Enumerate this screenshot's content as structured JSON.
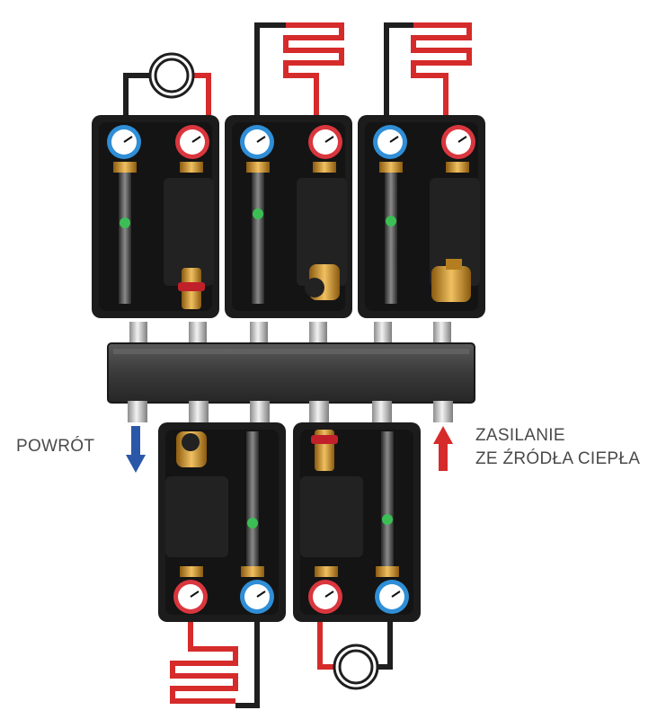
{
  "labels": {
    "return": "POWRÓT",
    "supply_line1": "ZASILANIE",
    "supply_line2": "ZE ŹRÓDŁA CIEPŁA"
  },
  "colors": {
    "supply_pipe": "#d62b2b",
    "return_pipe": "#1f1f1f",
    "return_arrow": "#2b57a8",
    "supply_arrow": "#d62b2b",
    "insulation": "#1c1c1c",
    "manifold": "#3a3a3a",
    "brass": "#c8922a",
    "hot_gauge": "#d9363e",
    "cold_gauge": "#2f8ed6"
  },
  "modules": {
    "top": [
      {
        "load": "heating-circuit-pump-icon",
        "valve": "ball-valve"
      },
      {
        "load": "underfloor-loop-icon",
        "valve": "mixing-valve"
      },
      {
        "load": "underfloor-loop-icon",
        "valve": "mixing-valve"
      }
    ],
    "bottom": [
      {
        "load": "underfloor-loop-icon",
        "valve": "mixing-valve"
      },
      {
        "load": "heating-circuit-pump-icon",
        "valve": "ball-valve"
      }
    ]
  }
}
